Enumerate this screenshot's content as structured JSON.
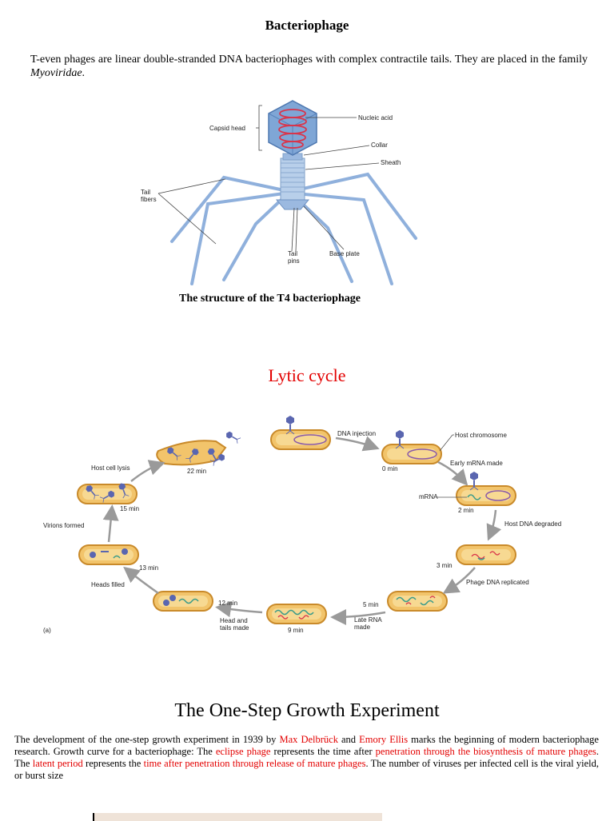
{
  "heading": "Bacteriophage",
  "intro": {
    "text": "T-even phages are linear double-stranded DNA bacteriophages with complex contractile tails. They are placed in the family ",
    "family": "Myoviridae",
    "end": "."
  },
  "t4_figure": {
    "labels": {
      "capsid_head": "Capsid head",
      "nucleic_acid": "Nucleic acid",
      "collar": "Collar",
      "sheath": "Sheath",
      "tail_fibers_1": "Tail",
      "tail_fibers_2": "fibers",
      "tail_pins_1": "Tail",
      "tail_pins_2": "pins",
      "base_plate": "Base plate"
    },
    "caption": "The structure of the T4 bacteriophage",
    "colors": {
      "capsid": "#7fa6d6",
      "tail": "#a9c4e6",
      "dna": "#d9344a"
    }
  },
  "lytic_title": "Lytic cycle",
  "lytic_figure": {
    "labels": {
      "dna_injection": "DNA injection",
      "host_chromosome": "Host chromosome",
      "min0": "0 min",
      "early_mrna": "Early mRNA made",
      "mrna": "mRNA",
      "min2": "2 min",
      "host_dna_degraded": "Host DNA degraded",
      "min3": "3 min",
      "phage_dna_replicated": "Phage DNA replicated",
      "min5": "5 min",
      "late_rna_1": "Late RNA",
      "late_rna_2": "made",
      "min9": "9 min",
      "head_tails_1": "Head and",
      "head_tails_2": "tails made",
      "min12": "12 min",
      "heads_filled": "Heads filled",
      "min13": "13 min",
      "virions_formed": "Virions formed",
      "min15": "15 min",
      "host_cell_lysis": "Host cell lysis",
      "min22": "22 min",
      "panel": "(a)"
    },
    "colors": {
      "cell_fill": "#f2c46b",
      "cell_stroke": "#c98a2a",
      "chromosome": "#8a5aa8",
      "phage": "#5a66b0"
    }
  },
  "growth_title": "The One-Step Growth Experiment",
  "growth": {
    "p1": "The development of the one-step growth experiment in 1939 by ",
    "delbruck": "Max Delbrück",
    "and": " and ",
    "ellis": "Emory Ellis",
    "p2": " marks the beginning of modern bacteriophage research. Growth curve for a bacteriophage:  The ",
    "eclipse": "eclipse phage",
    "p3": " represents the time after ",
    "penetration": "penetration through the biosynthesis of mature phages",
    "p4": ".  The ",
    "latent": "latent period",
    "p5": " represents the ",
    "after_pen": "time after penetration through release of mature phages",
    "p6": ".  The number of viruses per infected cell is the viral yield, or burst size"
  }
}
